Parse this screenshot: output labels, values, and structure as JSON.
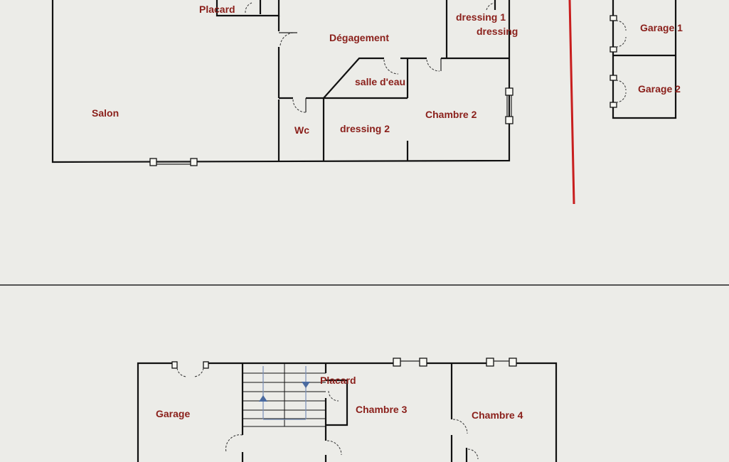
{
  "colors": {
    "paper": "#ecece8",
    "label": "#8a1f1a",
    "wall": "#111111",
    "red_line": "#c81e1e",
    "stair_arrow": "#4a6aa0"
  },
  "top_floor": {
    "rooms": {
      "placard": "Placard",
      "degagement": "Dégagement",
      "dressing_1a": "dressing 1",
      "dressing_1b": "dressing",
      "salon": "Salon",
      "salle_deau": "salle d'eau",
      "chambre_2": "Chambre 2",
      "wc": "Wc",
      "dressing_2": "dressing 2"
    }
  },
  "garages_annex": {
    "garage_1": "Garage 1",
    "garage_2": "Garage 2"
  },
  "ground_floor": {
    "rooms": {
      "garage": "Garage",
      "placard": "Placard",
      "chambre_3": "Chambre 3",
      "chambre_4": "Chambre 4"
    }
  }
}
